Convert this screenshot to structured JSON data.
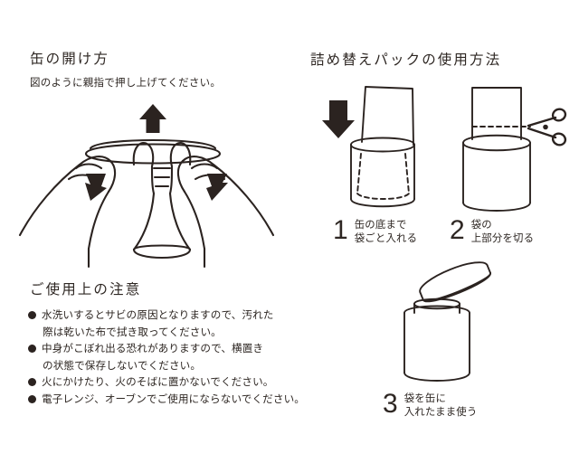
{
  "page": {
    "background_color": "#ffffff",
    "ink_color": "#2b2320"
  },
  "left_section": {
    "title": "缶の開け方",
    "subtitle": "図のように親指で押し上げてください。",
    "illustration": {
      "name": "hands-opening-can",
      "description": "両手で缶を持ち、親指で蓋を押し上げる図",
      "up_arrow": "up-arrow",
      "side_arrows": [
        "down-arrow-left",
        "down-arrow-right"
      ]
    }
  },
  "right_section": {
    "title": "詰め替えパックの使用方法",
    "steps": [
      {
        "number": "1",
        "lines": [
          "缶の底まで",
          "袋ごと入れる"
        ],
        "illustration": {
          "name": "insert-pouch-into-can",
          "arrow": "down-arrow",
          "dashed": "bag-inside-outline"
        }
      },
      {
        "number": "2",
        "lines": [
          "袋の",
          "上部分を切る"
        ],
        "illustration": {
          "name": "cut-pouch-top",
          "tool": "scissors-icon",
          "dashed": "cut-line"
        }
      },
      {
        "number": "3",
        "lines": [
          "袋を缶に",
          "入れたまま使う"
        ],
        "illustration": {
          "name": "can-with-bag-and-lid",
          "parts": [
            "can-body",
            "inner-bag",
            "tilted-lid"
          ]
        }
      }
    ]
  },
  "caution_section": {
    "title": "ご使用上の注意",
    "bullet_symbol": "●",
    "items": [
      [
        "水洗いするとサビの原因となりますので、汚れた",
        "際は乾いた布で拭き取ってください。"
      ],
      [
        "中身がこぼれ出る恐れがありますので、横置き",
        "の状態で保存しないでください。"
      ],
      [
        "火にかけたり、火のそばに置かないでください。"
      ],
      [
        "電子レンジ、オーブンでご使用にならないでください。"
      ]
    ]
  }
}
